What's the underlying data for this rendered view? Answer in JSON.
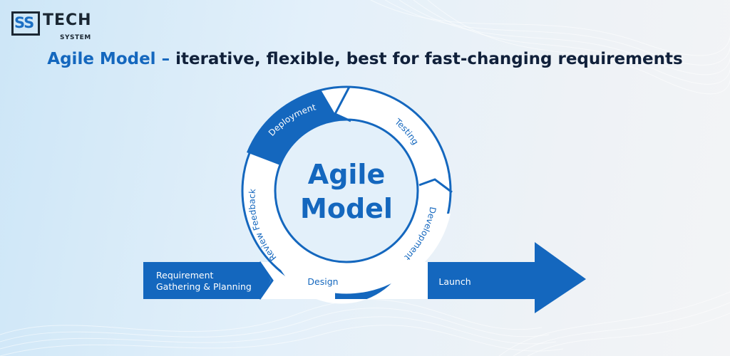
{
  "logo": {
    "letters": "SS",
    "tech": "TECH",
    "system": "SYSTEM"
  },
  "headline": {
    "lead": "Agile Model –",
    "rest": "iterative, flexible, best for fast-changing requirements"
  },
  "diagram": {
    "center_line1": "Agile",
    "center_line2": "Model",
    "cycle_stages": [
      "Deployment",
      "Testing",
      "Development",
      "Review Feedback"
    ],
    "flow_steps": [
      "Requirement",
      "Gathering & Planning",
      "Design",
      "Launch"
    ]
  },
  "colors": {
    "brand_blue": "#1467be",
    "dark_text": "#10203a",
    "light_ring": "#ffffff"
  }
}
